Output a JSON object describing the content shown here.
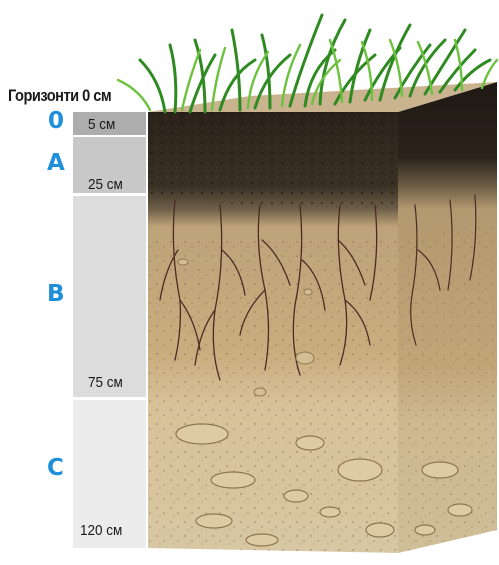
{
  "header": {
    "title": "Горизонти 0 см"
  },
  "horizons": [
    {
      "letter": "0",
      "depth_label": "5 см"
    },
    {
      "letter": "A",
      "depth_label": "25 см"
    },
    {
      "letter": "B",
      "depth_label": "75 см"
    },
    {
      "letter": "C",
      "depth_label": "120 см"
    }
  ],
  "colors": {
    "letter_accent": "#1e8fd8",
    "grass": "#3c9a2a",
    "humus": "#2b2219",
    "subsoil": "#c9ad7e",
    "parent_material": "#dccaa2",
    "roots": "#4b2c25"
  }
}
